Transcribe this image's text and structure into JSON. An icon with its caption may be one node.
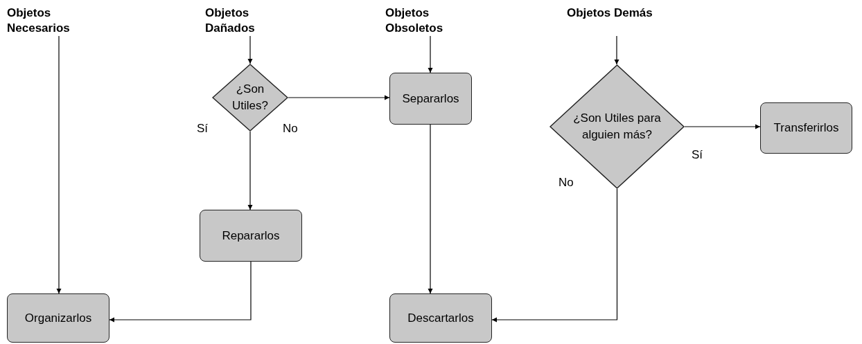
{
  "diagram": {
    "nodes": [
      {
        "text": [
          "Objetos Necesarios"
        ]
      },
      {
        "text": [
          "Objetos Dañados"
        ]
      },
      {
        "text": [
          "Objetos Obsoletos"
        ]
      },
      {
        "text": [
          "Objetos Demás"
        ]
      },
      {
        "text": [
          "¿Son Utiles?"
        ]
      },
      {
        "text": [
          "Separarlos"
        ]
      },
      {
        "text": [
          "¿Son Utiles para alguien más?"
        ]
      },
      {
        "text": [
          "Transferirlos"
        ]
      },
      {
        "text": [
          "Repararlos"
        ]
      },
      {
        "text": [
          "Organizarlos"
        ]
      },
      {
        "text": [
          "Descartarlos"
        ]
      }
    ],
    "edges": [
      {
        "from": 0,
        "to": 9,
        "arrow": "to"
      },
      {
        "from": 1,
        "to": 4,
        "arrow": "to"
      },
      {
        "from": 4,
        "to": 5,
        "arrow": "to",
        "label": "No"
      },
      {
        "from": 4,
        "to": 8,
        "arrow": "to",
        "label": "Sí"
      },
      {
        "from": 8,
        "to": 9,
        "arrow": "to"
      },
      {
        "from": 2,
        "to": 5,
        "arrow": "to"
      },
      {
        "from": 5,
        "to": 10,
        "arrow": "to"
      },
      {
        "from": 3,
        "to": 6,
        "arrow": "to"
      },
      {
        "from": 6,
        "to": 7,
        "arrow": "to",
        "label": "Sí"
      },
      {
        "from": 6,
        "to": 10,
        "arrow": "to",
        "label": "No"
      }
    ]
  }
}
